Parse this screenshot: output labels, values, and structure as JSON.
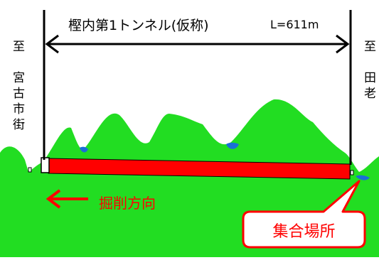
{
  "diagram": {
    "tunnel_name": "樫内第1トンネル(仮称)",
    "tunnel_length": "L=611m",
    "left_destination": [
      "至",
      "宮",
      "古",
      "市",
      "街"
    ],
    "right_destination": [
      "至",
      "田",
      "老"
    ],
    "direction_label": "掘削方向",
    "callout_label": "集合場所"
  },
  "colors": {
    "ground": "#22dd22",
    "tunnel": "#ff0000",
    "water": "#1a6fd6",
    "callout_border": "#ff0000",
    "arrow": "#000000"
  }
}
